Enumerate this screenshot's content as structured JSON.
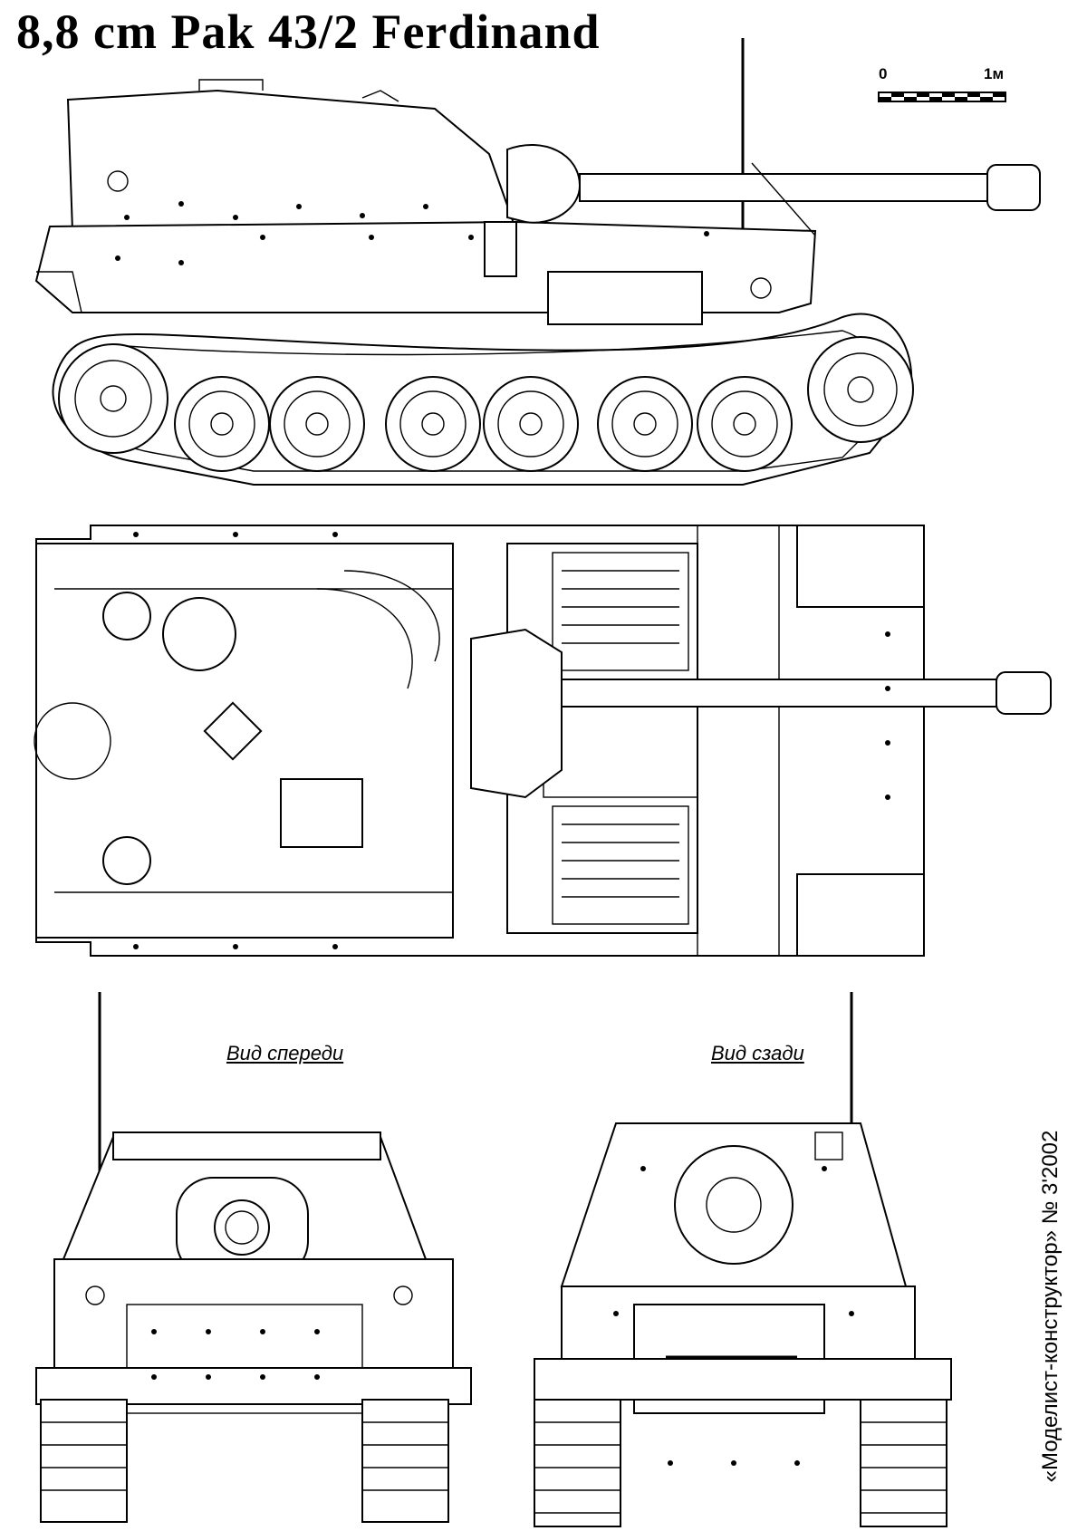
{
  "title": "8,8 cm Pak 43/2 Ferdinand",
  "scale": {
    "start_label": "0",
    "end_label": "1м"
  },
  "views": {
    "front_label": "Вид спереди",
    "rear_label": "Вид сзади"
  },
  "credit": "«Моделист-конструктор» № 3'2002"
}
